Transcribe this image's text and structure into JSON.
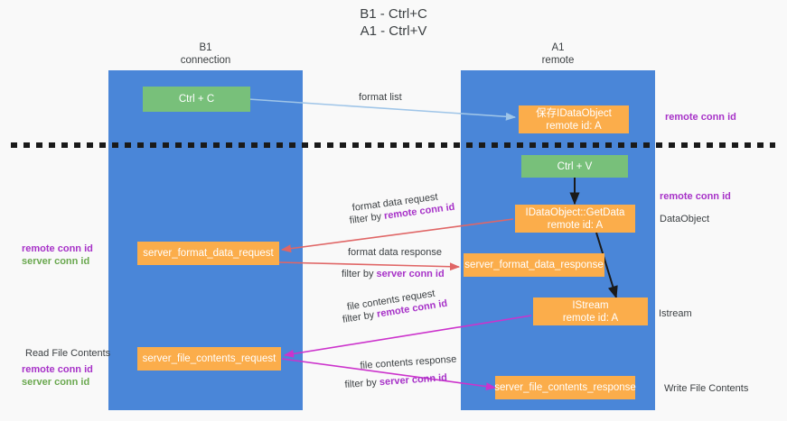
{
  "title": "B1 - Ctrl+C\nA1 - Ctrl+V",
  "lanes": [
    {
      "name": "lane-b1",
      "heading": "B1\nconnection"
    },
    {
      "name": "lane-a1",
      "heading": "A1\nremote"
    }
  ],
  "nodes": {
    "ctrl_c": "Ctrl + C",
    "save_idataobject": "保存IDataObject\nremote id: A",
    "ctrl_v": "Ctrl + V",
    "getdata": "IDataObject::GetData\nremote id: A",
    "server_format_data_request": "server_format_data_request",
    "server_format_data_response": "server_format_data_response",
    "istream": "IStream\nremote id: A",
    "server_file_contents_request": "server_file_contents_request",
    "server_file_contents_response": "server_file_contents_response"
  },
  "edges": {
    "format_list": "format list",
    "format_data_request": "format data request",
    "format_data_request_filter_prefix": "filter by ",
    "format_data_request_filter_key": "remote conn id",
    "format_data_response": "format data response",
    "format_data_response_filter_prefix": "filter by ",
    "format_data_response_filter_key": "server conn id",
    "file_contents_request": "file contents request",
    "file_contents_request_filter_prefix": "filter by ",
    "file_contents_request_filter_key": "remote conn id",
    "file_contents_response": "file contents response",
    "file_contents_response_filter_prefix": "filter by ",
    "file_contents_response_filter_key": "server conn id"
  },
  "right_labels": {
    "remote_conn_id_top": "remote conn id",
    "remote_conn_id_mid": "remote conn id",
    "dataobject": "DataObject",
    "istream": "Istream",
    "write_file_contents": "Write File Contents"
  },
  "left_labels": {
    "remote_conn_id": "remote conn id",
    "server_conn_id": "server conn id",
    "read_file_contents": "Read File Contents",
    "remote_conn_id_2": "remote conn id",
    "server_conn_id_2": "server conn id"
  },
  "colors": {
    "lane": "#4a86d8",
    "green_node": "#78c07a",
    "orange_node": "#fbad4b",
    "purple": "#a732c8",
    "green_text": "#6aa84f",
    "red_arrow": "#e06666",
    "blue_arrow": "#9fc5e8",
    "magenta_arrow": "#cc33cc",
    "black_arrow": "#1a1a1a",
    "background": "#f9f9f9"
  }
}
